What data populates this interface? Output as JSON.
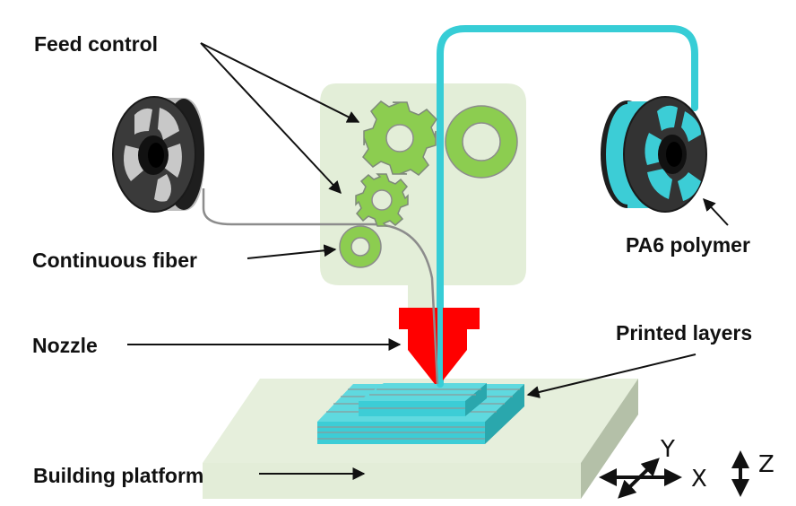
{
  "diagram": {
    "title": "Continuous fiber 3D printing setup",
    "labels": {
      "feed_control": "Feed control",
      "continuous_fiber": "Continuous fiber",
      "nozzle": "Nozzle",
      "building_platform": "Building platform",
      "pa6_polymer": "PA6 polymer",
      "printed_layers": "Printed layers"
    },
    "axes": {
      "x": "X",
      "y": "Y",
      "z": "Z"
    },
    "colors": {
      "polymer_filament": "#37cdd6",
      "fiber_line": "#8c8c8c",
      "gear_fill": "#8ccd50",
      "feed_box": "#e3eed8",
      "nozzle": "#ff0000",
      "platform_top": "#e6efdc",
      "platform_side": "#b4c0a8",
      "layers": "#40cdd6",
      "spool_body": "#2b2b2b"
    }
  }
}
